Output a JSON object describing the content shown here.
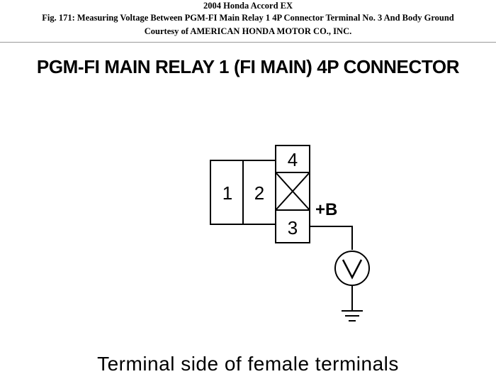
{
  "header": {
    "vehicle": "2004 Honda Accord EX",
    "figure_caption": "Fig. 171: Measuring Voltage Between PGM-FI Main Relay 1 4P Connector Terminal No. 3 And Body Ground",
    "courtesy": "Courtesy of AMERICAN HONDA MOTOR CO., INC."
  },
  "diagram": {
    "title": "PGM-FI MAIN RELAY 1 (FI MAIN) 4P CONNECTOR",
    "terminals": {
      "t1": "1",
      "t2": "2",
      "t3": "3",
      "t4": "4"
    },
    "probe_label": "+B",
    "meter_icon": "voltmeter-icon",
    "ground_icon": "ground-icon",
    "caption": "Terminal side of female terminals"
  }
}
